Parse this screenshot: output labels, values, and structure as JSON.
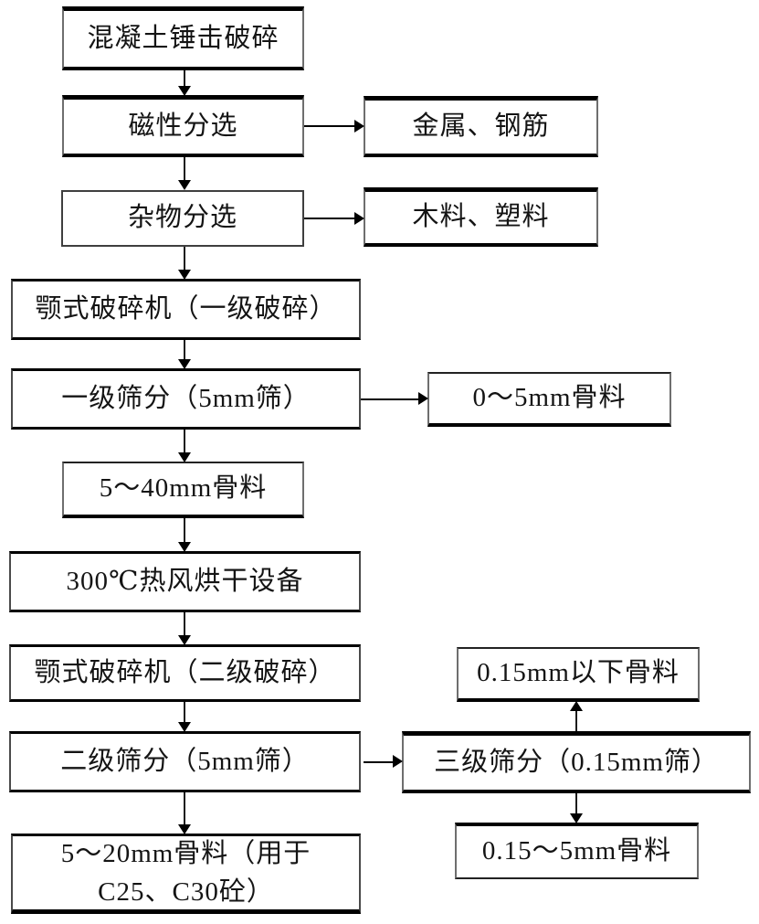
{
  "diagram": {
    "type": "flowchart",
    "language": "zh-CN",
    "colors": {
      "line": "#000000",
      "box_background": "#ffffff",
      "text": "#141414"
    },
    "nodes": {
      "crush": {
        "label": "混凝土锤击破碎"
      },
      "magnetic": {
        "label": "磁性分选"
      },
      "metal": {
        "label": "金属、钢筋"
      },
      "debris": {
        "label": "杂物分选"
      },
      "wood": {
        "label": "木料、塑料"
      },
      "jaw1": {
        "label": "颚式破碎机（一级破碎）"
      },
      "screen1": {
        "label": "一级筛分（5mm筛）"
      },
      "agg_0_5": {
        "label": "0～5mm骨料"
      },
      "agg_5_40": {
        "label": "5～40mm骨料"
      },
      "dry": {
        "label": "300℃热风烘干设备"
      },
      "jaw2": {
        "label": "颚式破碎机（二级破碎）"
      },
      "screen2": {
        "label": "二级筛分（5mm筛）"
      },
      "fine": {
        "label": "0.15mm以下骨料"
      },
      "screen3": {
        "label": "三级筛分（0.15mm筛）"
      },
      "agg_015_5": {
        "label": "0.15～5mm骨料"
      },
      "agg_5_20": {
        "label": "5～20mm骨料（用于C25、C30砼）",
        "line1": "5～20mm骨料（用于",
        "line2": "C25、C30砼）"
      }
    },
    "edges": [
      {
        "from": "crush",
        "to": "magnetic",
        "direction": "down"
      },
      {
        "from": "magnetic",
        "to": "metal",
        "direction": "right"
      },
      {
        "from": "magnetic",
        "to": "debris",
        "direction": "down"
      },
      {
        "from": "debris",
        "to": "wood",
        "direction": "right"
      },
      {
        "from": "debris",
        "to": "jaw1",
        "direction": "down"
      },
      {
        "from": "jaw1",
        "to": "screen1",
        "direction": "down"
      },
      {
        "from": "screen1",
        "to": "agg_0_5",
        "direction": "right"
      },
      {
        "from": "screen1",
        "to": "agg_5_40",
        "direction": "down"
      },
      {
        "from": "agg_5_40",
        "to": "dry",
        "direction": "down"
      },
      {
        "from": "dry",
        "to": "jaw2",
        "direction": "down"
      },
      {
        "from": "jaw2",
        "to": "screen2",
        "direction": "down"
      },
      {
        "from": "screen2",
        "to": "screen3",
        "direction": "right"
      },
      {
        "from": "screen3",
        "to": "fine",
        "direction": "up"
      },
      {
        "from": "screen3",
        "to": "agg_015_5",
        "direction": "down"
      },
      {
        "from": "screen2",
        "to": "agg_5_20",
        "direction": "down"
      }
    ]
  }
}
